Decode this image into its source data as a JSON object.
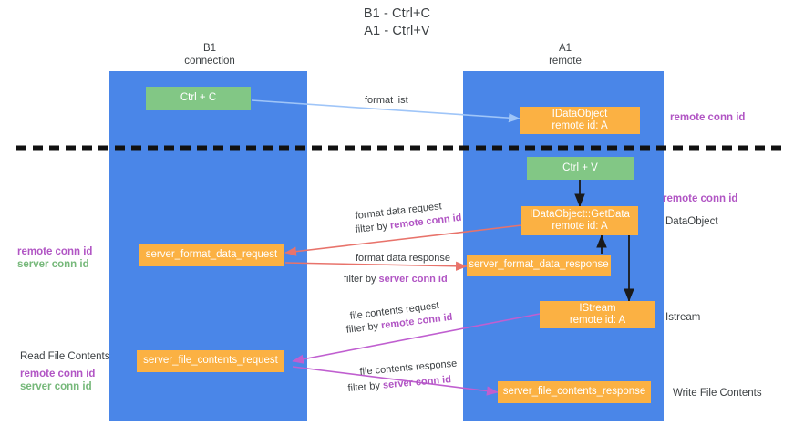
{
  "title": {
    "line1": "B1 - Ctrl+C",
    "line2": "A1 - Ctrl+V"
  },
  "columns": [
    {
      "name": "B1",
      "role": "connection"
    },
    {
      "name": "A1",
      "role": "remote"
    }
  ],
  "nodes": {
    "ctrl_c": {
      "label": "Ctrl + C"
    },
    "idataobject": {
      "line1": "IDataObject",
      "line2": "remote id: A"
    },
    "ctrl_v": {
      "label": "Ctrl + V"
    },
    "getdata": {
      "line1": "IDataObject::GetData",
      "line2": "remote id: A"
    },
    "fmt_req": {
      "label": "server_format_data_request"
    },
    "fmt_resp": {
      "label": "server_format_data_response"
    },
    "istream": {
      "line1": "IStream",
      "line2": "remote id: A"
    },
    "file_req": {
      "label": "server_file_contents_request"
    },
    "file_resp": {
      "label": "server_file_contents_response"
    }
  },
  "edge_labels": {
    "format_list": "format list",
    "format_data_request": "format data request",
    "format_data_request_filter_prefix": "filter by ",
    "format_data_request_filter_key": "remote conn id",
    "format_data_response": "format data response",
    "format_data_response_filter_prefix": "filter by ",
    "format_data_response_filter_key": "server conn id",
    "file_contents_request": "file contents request",
    "file_contents_request_filter_prefix": "filter by ",
    "file_contents_request_filter_key": "remote conn id",
    "file_contents_response": "file contents response",
    "file_contents_response_filter_prefix": "filter by ",
    "file_contents_response_filter_key": "server conn id"
  },
  "annotations": {
    "right_remote_conn_id_top": "remote conn id",
    "right_remote_conn_id_mid": "remote conn id",
    "right_dataobject": "DataObject",
    "right_istream": "Istream",
    "right_write_file_contents": "Write File Contents",
    "left_remote_conn_id_mid": "remote conn id",
    "left_server_conn_id_mid": "server conn id",
    "left_read_file_contents": "Read File Contents",
    "left_remote_conn_id_bottom": "remote conn id",
    "left_server_conn_id_bottom": "server conn id"
  },
  "colors": {
    "lane": "#4a86e8",
    "green_box": "#82c785",
    "orange_box": "#fbb143",
    "purple_text": "#b155c4",
    "green_text": "#76b87a",
    "arrow_blue": "#9fc5f8",
    "arrow_black": "#1a1a1a",
    "arrow_red": "#e8736b",
    "arrow_purple": "#c05fd0",
    "divider": "#111111",
    "text": "#3c4043"
  }
}
